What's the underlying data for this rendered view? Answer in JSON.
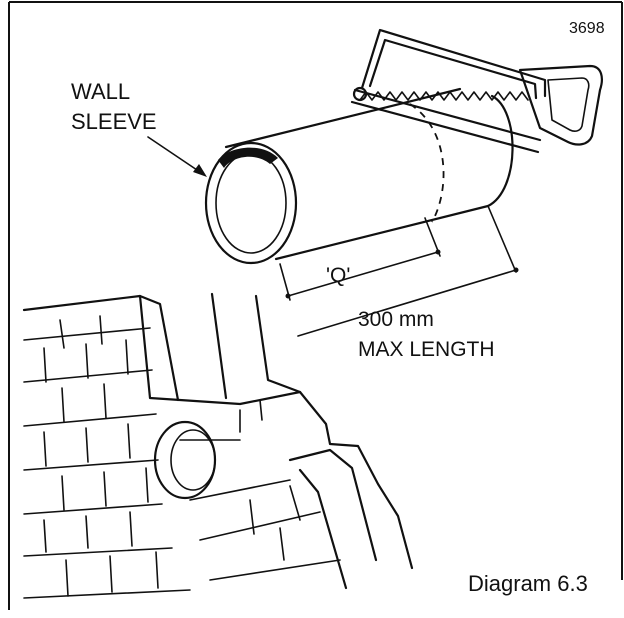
{
  "figure_id": "3698",
  "wall_sleeve_label": {
    "line1": "WALL",
    "line2": "SLEEVE"
  },
  "dimension_q_label": "'Q'",
  "max_length_label": {
    "line1": "300 mm",
    "line2": "MAX LENGTH"
  },
  "caption": "Diagram 6.3"
}
